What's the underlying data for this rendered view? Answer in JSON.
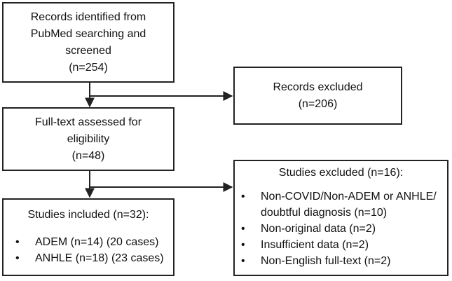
{
  "boxes": {
    "records_identified": [
      "Records identified from",
      "PubMed searching and",
      "screened",
      "(n=254)"
    ],
    "records_excluded": [
      "Records excluded",
      "(n=206)"
    ],
    "full_text": [
      "Full-text assessed for",
      "eligibility",
      "(n=48)"
    ],
    "studies_excluded": {
      "title": "Studies excluded (n=16):",
      "items": [
        [
          "Non-COVID/Non-ADEM or ANHLE/",
          "doubtful diagnosis  (n=10)"
        ],
        [
          "Non-original data (n=2)"
        ],
        [
          "Insufficient data (n=2)"
        ],
        [
          "Non-English full-text (n=2)"
        ]
      ]
    },
    "studies_included": {
      "title": "Studies included (n=32):",
      "items": [
        [
          "ADEM (n=14) (20 cases)"
        ],
        [
          "ANHLE (n=18) (23 cases)"
        ]
      ]
    }
  }
}
